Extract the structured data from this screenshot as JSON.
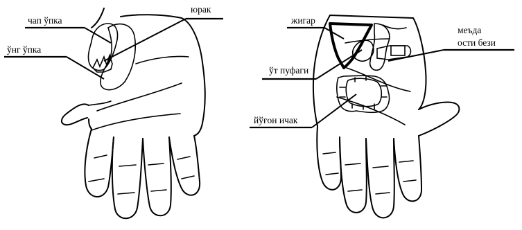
{
  "left_hand": {
    "labels": {
      "left_lung": "чап ўпка",
      "right_lung": "ўнг ўпка",
      "heart": "юрак"
    }
  },
  "right_hand": {
    "labels": {
      "liver": "жигар",
      "gallbladder": "ўт пуфаги",
      "pancreas_line1": "меъда",
      "pancreas_line2": "ости бези",
      "colon": "йўғон ичак"
    }
  }
}
